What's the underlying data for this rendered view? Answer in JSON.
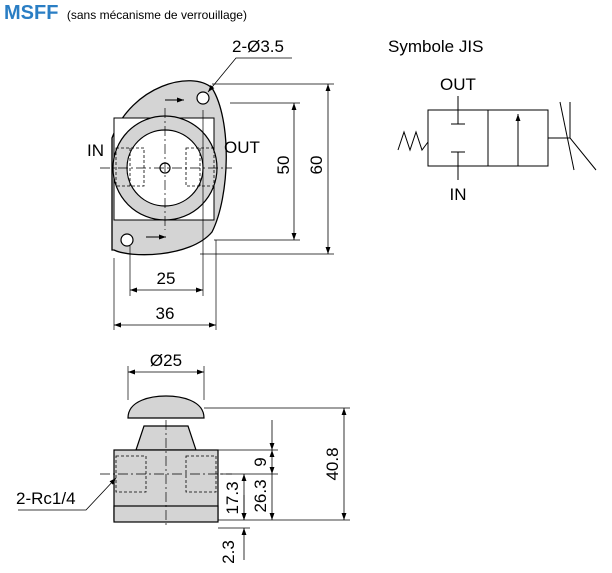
{
  "header": {
    "product_code": "MSFF",
    "subtitle": "(sans mécanisme de verrouillage)"
  },
  "top_view": {
    "hole_callout": "2-Ø3.5",
    "in_label": "IN",
    "out_label": "OUT",
    "dim_height_inner": "50",
    "dim_height_outer": "60",
    "dim_width_inner": "25",
    "dim_width_outer": "36"
  },
  "jis_symbol": {
    "title": "Symbole JIS",
    "out_label": "OUT",
    "in_label": "IN"
  },
  "side_view": {
    "knob_diameter": "Ø25",
    "port_callout": "2-Rc1/4",
    "dim_9": "9",
    "dim_17_3": "17.3",
    "dim_26_3": "26.3",
    "dim_40_8": "40.8",
    "dim_2_3": "2.3"
  }
}
